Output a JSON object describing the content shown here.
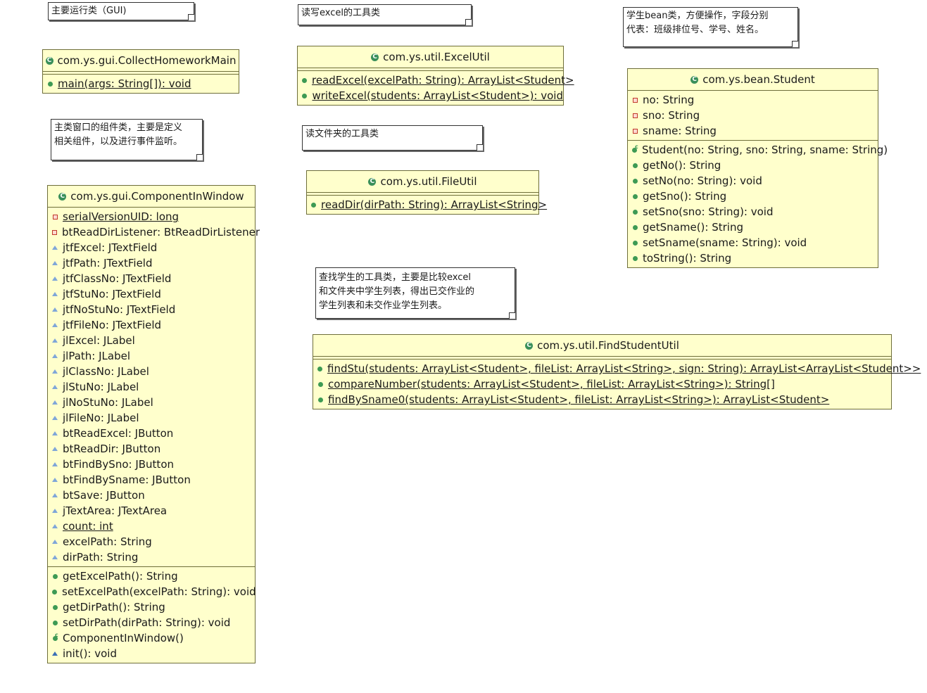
{
  "notes": {
    "main_gui": "主要运行类（GUI)",
    "excel_util": "读写excel的工具类",
    "student_bean": "学生bean类，方便操作，字段分别\n代表：班级排位号、学号、姓名。",
    "component_window": "主类窗口的组件类，主要是定义\n相关组件，以及进行事件监听。",
    "file_util": "读文件夹的工具类",
    "find_student": "查找学生的工具类，主要是比较excel\n和文件夹中学生列表，得出已交作业的\n学生列表和未交作业学生列表。"
  },
  "classes": {
    "collect_main": {
      "name": "com.ys.gui.CollectHomeworkMain",
      "methods": [
        "main(args: String[]): void"
      ]
    },
    "excel_util": {
      "name": "com.ys.util.ExcelUtil",
      "methods": [
        "readExcel(excelPath: String): ArrayList<Student>",
        "writeExcel(students: ArrayList<Student>): void"
      ]
    },
    "student": {
      "name": "com.ys.bean.Student",
      "fields": [
        "no: String",
        "sno: String",
        "sname: String"
      ],
      "methods": [
        "Student(no: String, sno: String, sname: String)",
        "getNo(): String",
        "setNo(no: String): void",
        "getSno(): String",
        "setSno(sno: String): void",
        "getSname(): String",
        "setSname(sname: String): void",
        "toString(): String"
      ]
    },
    "file_util": {
      "name": "com.ys.util.FileUtil",
      "methods": [
        "readDir(dirPath: String): ArrayList<String>"
      ]
    },
    "component_window": {
      "name": "com.ys.gui.ComponentInWindow",
      "fields": [
        "serialVersionUID: long",
        "btReadDirListener: BtReadDirListener",
        "jtfExcel: JTextField",
        "jtfPath: JTextField",
        "jtfClassNo: JTextField",
        "jtfStuNo: JTextField",
        "jtfNoStuNo: JTextField",
        "jtfFileNo: JTextField",
        "jlExcel: JLabel",
        "jlPath: JLabel",
        "jlClassNo: JLabel",
        "jlStuNo: JLabel",
        "jlNoStuNo: JLabel",
        "jlFileNo: JLabel",
        "btReadExcel: JButton",
        "btReadDir: JButton",
        "btFindBySno: JButton",
        "btFindBySname: JButton",
        "btSave: JButton",
        "jTextArea: JTextArea",
        "count: int",
        "excelPath: String",
        "dirPath: String"
      ],
      "methods": [
        "getExcelPath(): String",
        "setExcelPath(excelPath: String): void",
        "getDirPath(): String",
        "setDirPath(dirPath: String): void",
        "ComponentInWindow()",
        "init(): void"
      ]
    },
    "find_student": {
      "name": "com.ys.util.FindStudentUtil",
      "methods": [
        "findStu(students: ArrayList<Student>, fileList: ArrayList<String>, sign: String): ArrayList<ArrayList<Student>>",
        "compareNumber(students: ArrayList<Student>, fileList: ArrayList<String>): String[]",
        "findBySname0(students: ArrayList<Student>, fileList: ArrayList<String>): ArrayList<Student>"
      ]
    }
  },
  "icons": {
    "class_icon": "class-c-icon",
    "public_method": "green-dot-icon",
    "private_field": "red-square-icon",
    "package_field": "blue-triangle-icon",
    "constructor": "constructor-icon"
  },
  "colors": {
    "class_fill": "#ffffcc",
    "class_border": "#6e6e3a",
    "public_green": "#3d9a54",
    "private_red": "#c0392b",
    "package_blue": "#3b6fb5"
  }
}
